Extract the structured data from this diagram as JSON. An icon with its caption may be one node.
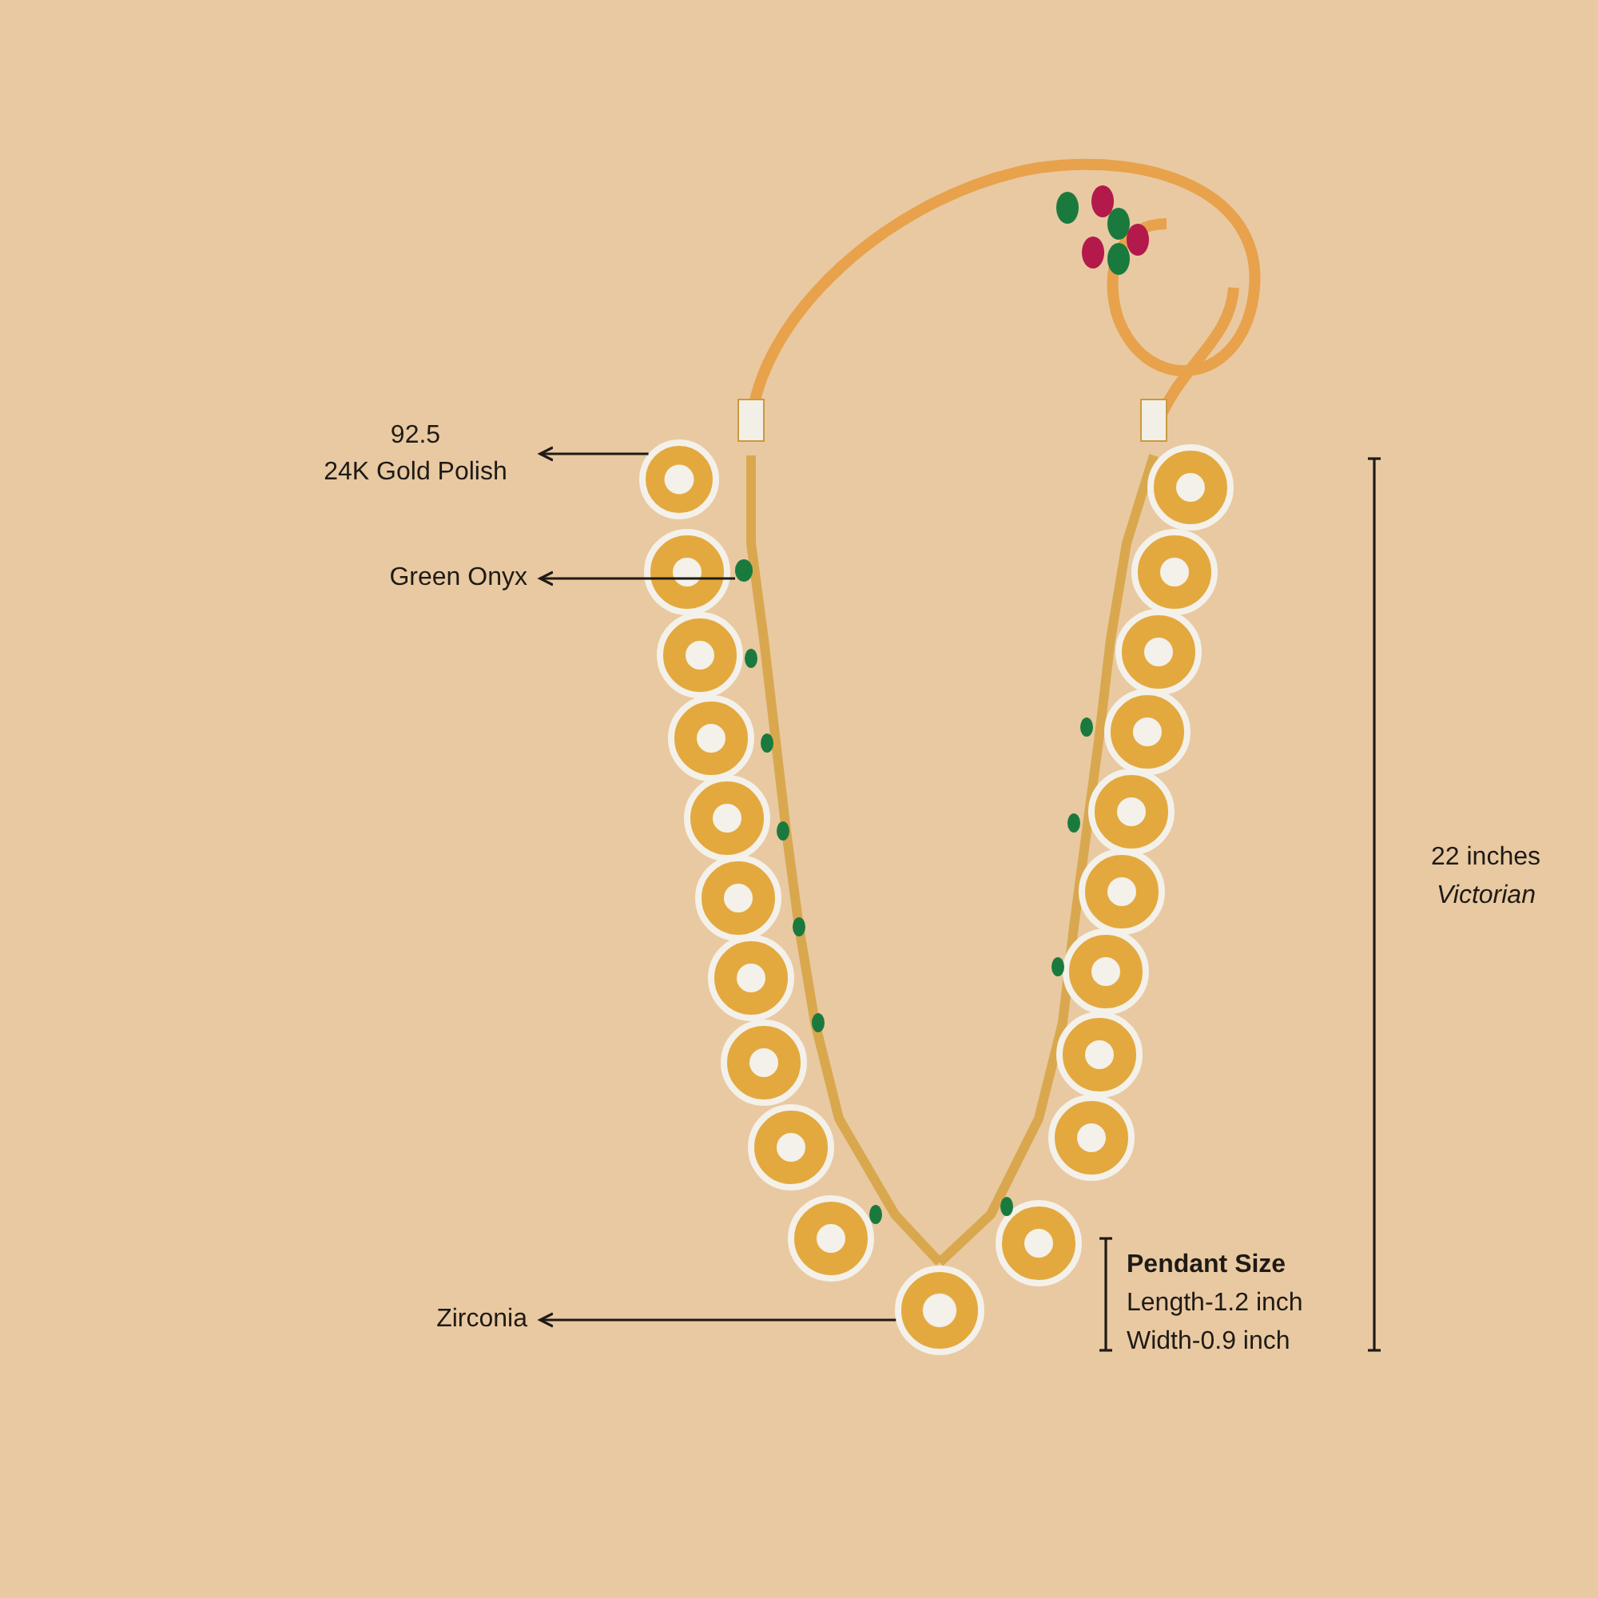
{
  "diagram": {
    "nodes": [
      {
        "text": [
          "92.5",
          "24K Gold Polish"
        ]
      },
      {
        "text": [],
        "shape": "circle"
      },
      {
        "text": [
          "Green Onyx"
        ]
      },
      {
        "text": [],
        "shape": "circle"
      },
      {
        "text": [
          "Zirconia"
        ]
      },
      {
        "text": [],
        "shape": "circle"
      }
    ],
    "edges": [
      {
        "from": 1,
        "to": 0,
        "arrow": "to"
      },
      {
        "from": 3,
        "to": 2,
        "arrow": "to"
      },
      {
        "from": 5,
        "to": 4,
        "arrow": "to"
      }
    ],
    "labels": [
      "22 inches",
      "Victorian",
      "Pendant Size",
      "Length-1.2 inch",
      "Width-0.9 inch"
    ]
  }
}
